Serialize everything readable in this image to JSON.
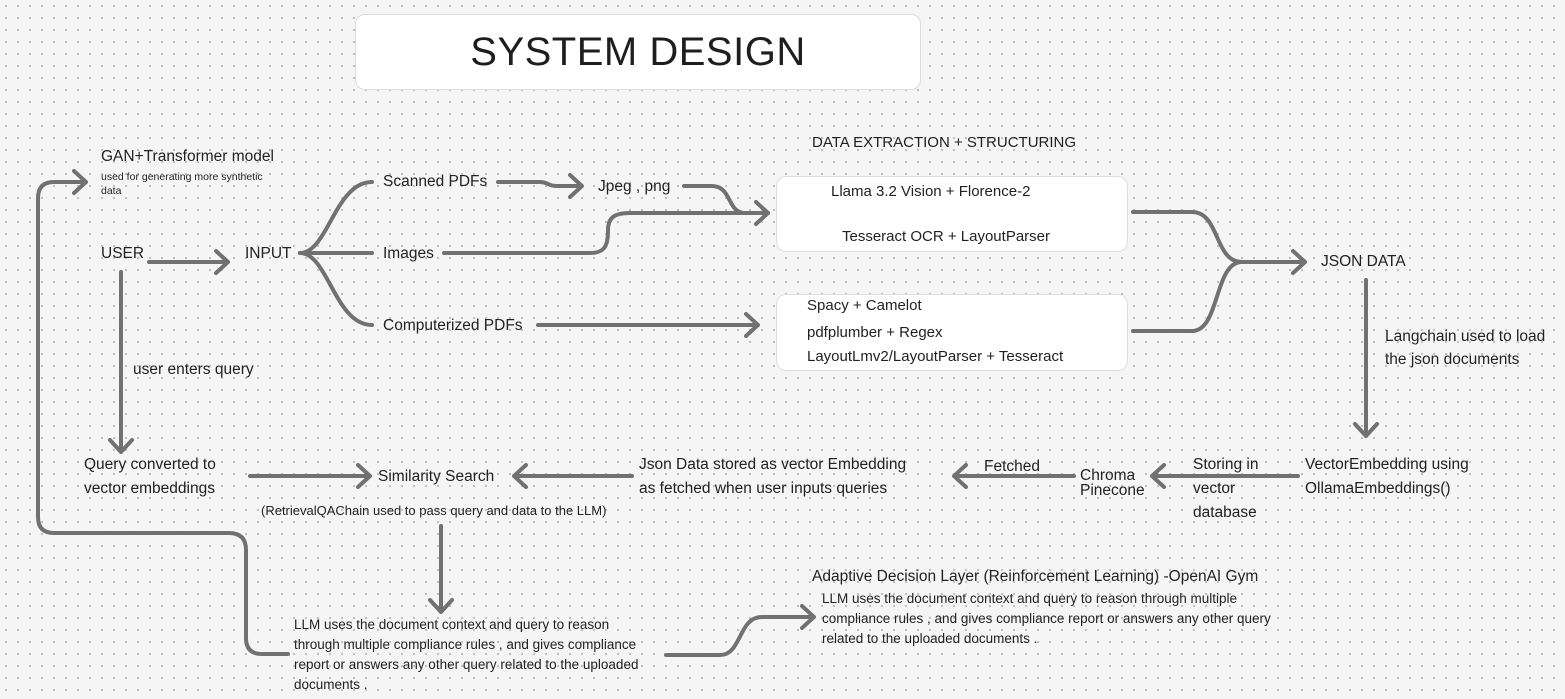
{
  "title": "SYSTEM DESIGN",
  "section_heading": "DATA EXTRACTION + STRUCTURING",
  "gan": {
    "title": "GAN+Transformer model",
    "subtitle_line1": "used for generating more synthetic",
    "subtitle_line2": "data"
  },
  "nodes": {
    "user": "USER",
    "input": "INPUT",
    "scanned_pdfs": "Scanned PDFs",
    "images": "Images",
    "computerized_pdfs": "Computerized PDFs",
    "jpeg_png": "Jpeg , png",
    "json_data": "JSON DATA",
    "query_line1": "Query converted to",
    "query_line2": "vector embeddings",
    "similarity_search": "Similarity Search",
    "json_stored_line1": "Json Data stored as vector Embedding",
    "json_stored_line2": "as fetched when user inputs queries",
    "fetched": "Fetched",
    "chroma": "Chroma",
    "pinecone": "Pinecone",
    "storing_line1": "Storing in",
    "storing_line2": "vector",
    "storing_line3": "database",
    "vector_line1": "VectorEmbedding using",
    "vector_line2": "OllamaEmbeddings()"
  },
  "vision_box": {
    "line1": "Llama 3.2 Vision + Florence-2",
    "line2": "Tesseract OCR + LayoutParser"
  },
  "digital_box": {
    "line1": "Spacy + Camelot",
    "line2": "pdfplumber + Regex",
    "line3": "LayoutLmv2/LayoutParser + Tesseract"
  },
  "labels": {
    "user_enters_query": "user enters query",
    "langchain_line1": "Langchain used to load",
    "langchain_line2": "the json documents",
    "retrieval_qa": "(RetrievalQAChain used to pass query and data to the LLM)"
  },
  "llm": {
    "line1": "LLM uses the document context and query to reason",
    "line2": "through multiple compliance rules , and gives compliance",
    "line3": "report or answers any other query related to the uploaded",
    "line4": "documents ."
  },
  "adaptive": {
    "title": "Adaptive Decision Layer (Reinforcement Learning) -OpenAI Gym",
    "line1": "LLM uses the document context and query to reason through multiple",
    "line2": "compliance rules , and gives compliance report or answers any other query",
    "line3": "related to the uploaded documents ."
  },
  "colors": {
    "connector": "#717171",
    "background": "#f5f5f5",
    "text": "#222222"
  }
}
